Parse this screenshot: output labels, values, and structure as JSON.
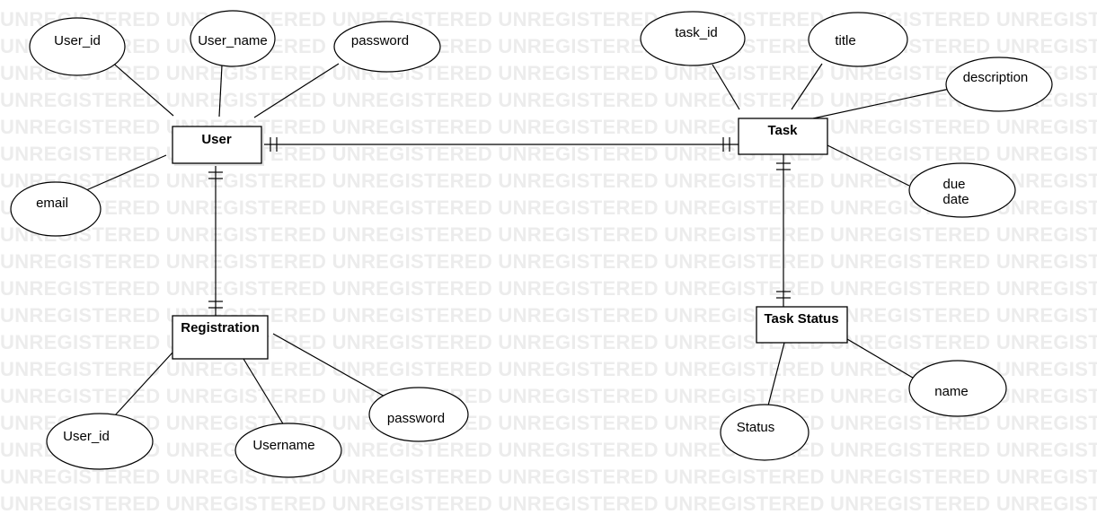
{
  "watermark": {
    "text": "UNREGISTERED UNREGISTERED UNREGISTERED UNREGISTERED UNREGISTERED UNREGISTERED UNREGISTERED"
  },
  "entities": {
    "user": "User",
    "task": "Task",
    "registration": "Registration",
    "task_status": "Task Status"
  },
  "attributes": {
    "user_user_id": "User_id",
    "user_user_name": "User_name",
    "user_password": "password",
    "user_email": "email",
    "task_task_id": "task_id",
    "task_title": "title",
    "task_description": "description",
    "task_due_date_line1": "due",
    "task_due_date_line2": "date",
    "registration_user_id": "User_id",
    "registration_username": "Username",
    "registration_password": "password",
    "status_status": "Status",
    "status_name": "name"
  },
  "colors": {
    "stroke": "#000000",
    "background": "#ffffff",
    "watermark": "#ececec"
  }
}
